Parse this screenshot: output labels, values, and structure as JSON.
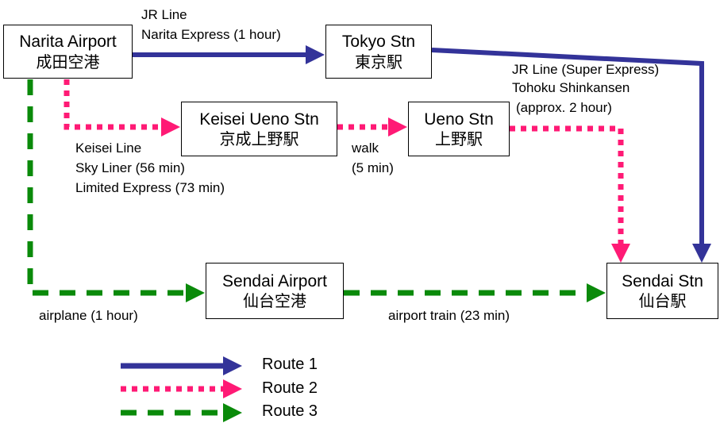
{
  "colors": {
    "route1": "#333399",
    "route2": "#ff1a75",
    "route3": "#0a8a0a"
  },
  "nodes": {
    "narita_airport": {
      "en": "Narita Airport",
      "jp": "成田空港"
    },
    "tokyo_stn": {
      "en": "Tokyo Stn",
      "jp": "東京駅"
    },
    "keisei_ueno_stn": {
      "en": "Keisei Ueno Stn",
      "jp": "京成上野駅"
    },
    "ueno_stn": {
      "en": "Ueno Stn",
      "jp": "上野駅"
    },
    "sendai_airport": {
      "en": "Sendai Airport",
      "jp": "仙台空港"
    },
    "sendai_stn": {
      "en": "Sendai Stn",
      "jp": "仙台駅"
    }
  },
  "labels": {
    "jr_line": "JR Line",
    "narita_express": "Narita Express (1 hour)",
    "jr_line_super_express": "JR Line (Super Express)",
    "tohoku_shinkansen": "Tohoku Shinkansen",
    "approx_2_hour": "(approx. 2 hour)",
    "keisei_line": "Keisei Line",
    "sky_liner": "Sky Liner (56 min)",
    "limited_express": "Limited Express (73 min)",
    "walk": "walk",
    "walk_time": "(5 min)",
    "airplane": "airplane (1 hour)",
    "airport_train": "airport train (23 min)"
  },
  "legend": [
    {
      "label": "Route 1",
      "style": "solid",
      "color_key": "route1"
    },
    {
      "label": "Route 2",
      "style": "dotted",
      "color_key": "route2"
    },
    {
      "label": "Route 3",
      "style": "dashed",
      "color_key": "route3"
    }
  ]
}
